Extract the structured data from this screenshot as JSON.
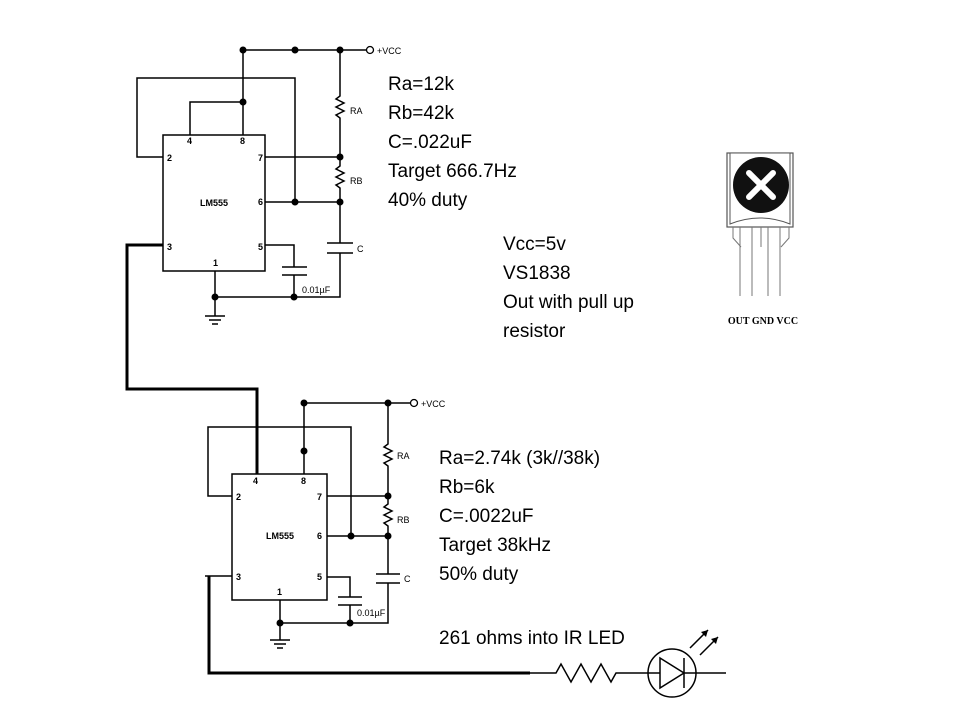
{
  "colors": {
    "ink": "#000000",
    "background": "#ffffff"
  },
  "upper_circuit": {
    "chip_label": "LM555",
    "pins": {
      "p1": "1",
      "p2": "2",
      "p3": "3",
      "p4": "4",
      "p5": "5",
      "p6": "6",
      "p7": "7",
      "p8": "8"
    },
    "vcc_label": "+VCC",
    "ra_label": "RA",
    "rb_label": "RB",
    "c_label": "C",
    "cap_label": "0.01µF",
    "notes": [
      "Ra=12k",
      "Rb=42k",
      "C=.022uF",
      "Target 666.7Hz",
      "40% duty"
    ]
  },
  "supply_notes": [
    "Vcc=5v",
    "VS1838",
    "Out with pull up",
    "resistor"
  ],
  "ir_receiver": {
    "pin_labels": "OUT GND VCC",
    "icon": "x-mark-icon"
  },
  "lower_circuit": {
    "chip_label": "LM555",
    "pins": {
      "p1": "1",
      "p2": "2",
      "p3": "3",
      "p4": "4",
      "p5": "5",
      "p6": "6",
      "p7": "7",
      "p8": "8"
    },
    "vcc_label": "+VCC",
    "ra_label": "RA",
    "rb_label": "RB",
    "c_label": "C",
    "cap_label": "0.01µF",
    "notes": [
      "Ra=2.74k (3k//38k)",
      "Rb=6k",
      "C=.0022uF",
      "Target 38kHz",
      "50% duty"
    ]
  },
  "led_note": "261 ohms into IR LED"
}
